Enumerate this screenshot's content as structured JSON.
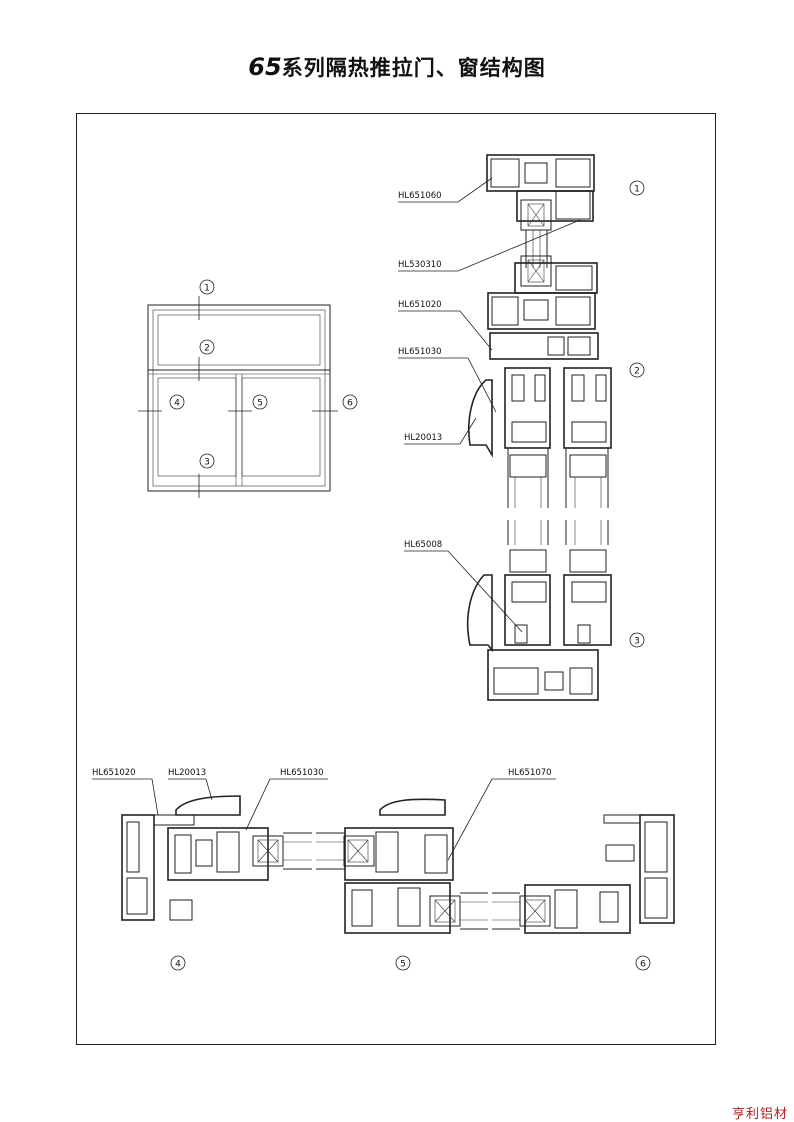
{
  "title": {
    "series": "65",
    "text": "系列隔热推拉门、窗结构图"
  },
  "section_markers": [
    "1",
    "2",
    "3",
    "4",
    "5",
    "6"
  ],
  "part_labels": {
    "vertical": [
      "HL651060",
      "HL530310",
      "HL651020",
      "HL651030",
      "HL20013",
      "HL65008"
    ],
    "horizontal": [
      "HL651020",
      "HL20013",
      "HL651030",
      "HL651070"
    ]
  },
  "footer": "亨利铝材"
}
